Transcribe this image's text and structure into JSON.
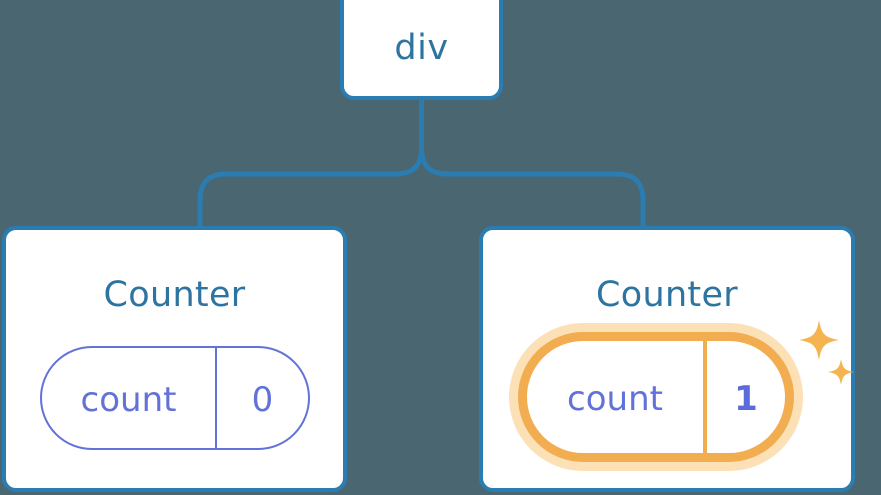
{
  "diagram": {
    "type": "component-tree",
    "background_color": "#4a6670",
    "connector_color": "#2b7cb0",
    "title_color": "#2e74a0",
    "accent_purple": "#6272d8",
    "accent_amber": "#f3ad51",
    "accent_amber_glow": "#fce0b6",
    "card_border_color": "#2b7cb0",
    "card_fill_color": "#ffffff"
  },
  "root": {
    "label": "div"
  },
  "nodes": [
    {
      "id": "counter-left",
      "title": "Counter",
      "state": {
        "key": "count",
        "value": "0"
      },
      "highlighted": false
    },
    {
      "id": "counter-right",
      "title": "Counter",
      "state": {
        "key": "count",
        "value": "1"
      },
      "highlighted": true
    }
  ],
  "icons": {
    "sparkle_large": "sparkle-icon",
    "sparkle_small": "sparkle-small-icon"
  }
}
